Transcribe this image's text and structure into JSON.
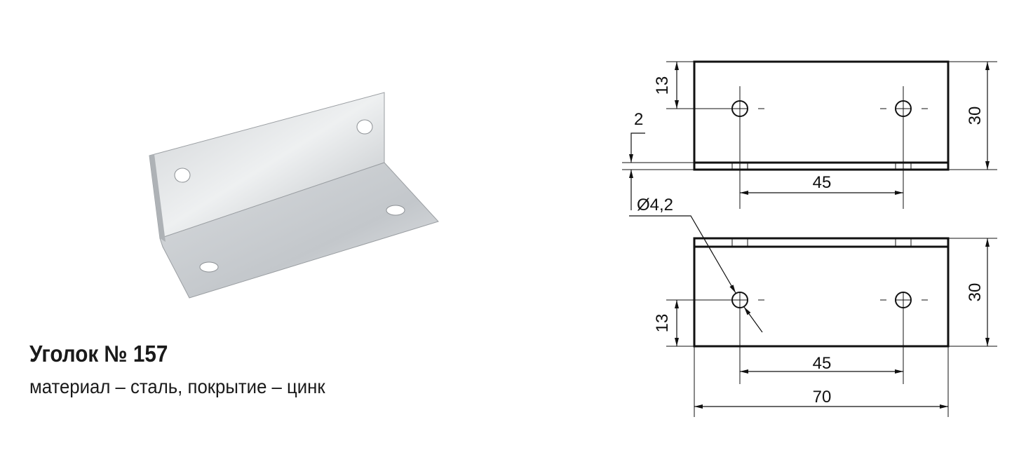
{
  "product": {
    "title": "Уголок № 157",
    "description": "материал – сталь, покрытие – цинк"
  },
  "drawing": {
    "top_view": {
      "dim_hole_offset": "13",
      "dim_height": "30",
      "dim_thickness": "2",
      "dim_hole_spacing": "45"
    },
    "bottom_view": {
      "dim_hole_offset": "13",
      "dim_height": "30",
      "dim_hole_spacing": "45",
      "dim_length": "70",
      "dim_hole_diameter": "Ø4,2"
    }
  },
  "colors": {
    "line": "#111111",
    "metal_light": "#e4e6e8",
    "metal_dark": "#a9adb1"
  }
}
